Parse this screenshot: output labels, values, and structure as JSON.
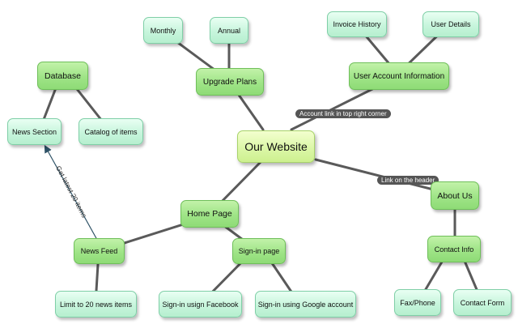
{
  "diagram": {
    "root": "Our Website",
    "nodes": {
      "database": "Database",
      "news_section": "News Section",
      "catalog": "Catalog of items",
      "monthly": "Monthly",
      "annual": "Annual",
      "upgrade_plans": "Upgrade Plans",
      "invoice_history": "Invoice History",
      "user_details": "User Details",
      "user_account_info": "User Account Information",
      "home_page": "Home Page",
      "news_feed": "News Feed",
      "limit_news": "Limit to 20 news items",
      "signin_page": "Sign-in page",
      "signin_facebook": "Sign-in usign Facebook",
      "signin_google": "Sign-in using Google account",
      "about_us": "About Us",
      "contact_info": "Contact Info",
      "fax_phone": "Fax/Phone",
      "contact_form": "Contact Form"
    },
    "edge_labels": {
      "account_link": "Account link in top right corner",
      "header_link": "Link on the header",
      "latest_items": "Get latest 20 items"
    }
  }
}
